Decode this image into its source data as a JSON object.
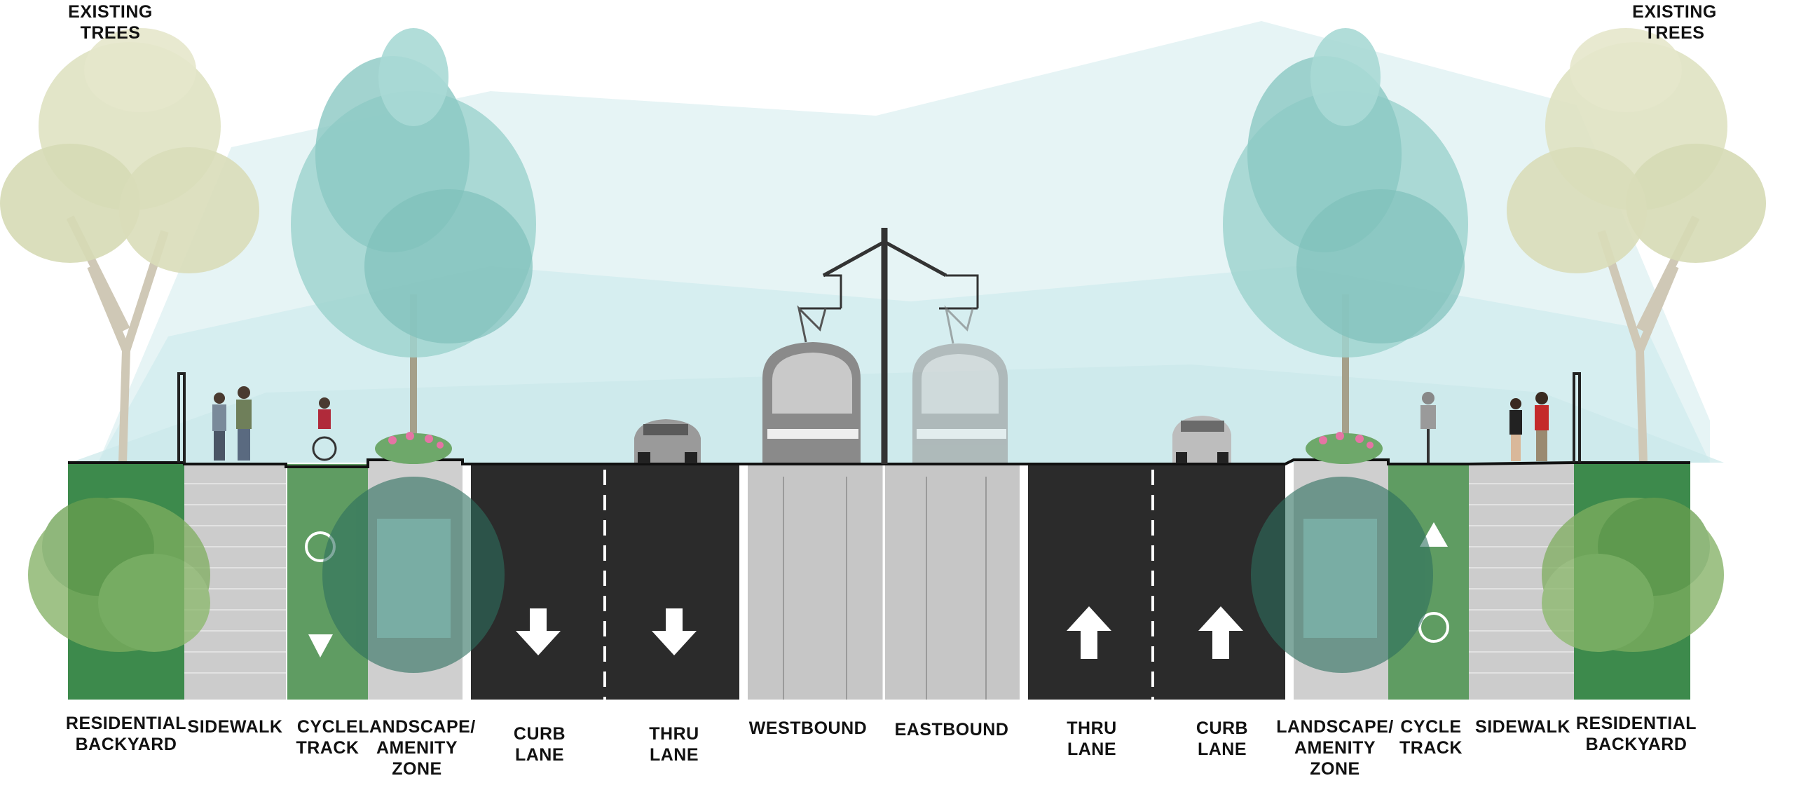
{
  "colors": {
    "sky_light": "#e8f5f6",
    "sky_mid": "#d4eef0",
    "grass": "#3d8a4c",
    "cycle_track": "#5f9c62",
    "sidewalk": "#c9c9c9",
    "road": "#2b2b2b",
    "rail": "#c4c4c4",
    "tree_teal": "#86c9c5",
    "tree_pale": "#d9dcb8",
    "shrub": "#5d9f4a"
  },
  "labels": {
    "existing_trees_left": [
      "EXISTING",
      "TREES"
    ],
    "existing_trees_right": [
      "EXISTING",
      "TREES"
    ],
    "residential_backyard_left": [
      "RESIDENTIAL",
      "BACKYARD"
    ],
    "sidewalk_left": [
      "SIDEWALK"
    ],
    "cycle_track_left": [
      "CYCLE",
      "TRACK"
    ],
    "landscape_left": [
      "LANDSCAPE/",
      "AMENITY",
      "ZONE"
    ],
    "curb_lane_left": [
      "CURB",
      "LANE"
    ],
    "thru_lane_left": [
      "THRU",
      "LANE"
    ],
    "westbound": [
      "WESTBOUND"
    ],
    "eastbound": [
      "EASTBOUND"
    ],
    "thru_lane_right": [
      "THRU",
      "LANE"
    ],
    "curb_lane_right": [
      "CURB",
      "LANE"
    ],
    "landscape_right": [
      "LANDSCAPE/",
      "AMENITY",
      "ZONE"
    ],
    "cycle_track_right": [
      "CYCLE",
      "TRACK"
    ],
    "sidewalk_right": [
      "SIDEWALK"
    ],
    "residential_backyard_right": [
      "RESIDENTIAL",
      "BACKYARD"
    ]
  },
  "lanes": {
    "left_arrows": "down",
    "right_arrows": "up"
  }
}
